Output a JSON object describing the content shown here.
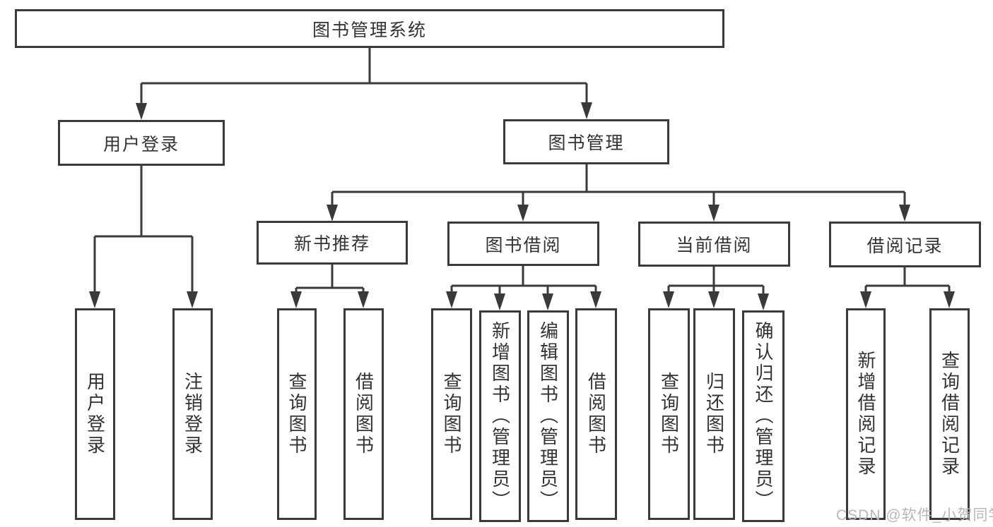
{
  "diagram": {
    "root": {
      "label": "图书管理系统"
    },
    "branches": [
      {
        "label": "用户登录",
        "children": [
          {
            "label": "用户登录"
          },
          {
            "label": "注销登录"
          }
        ]
      },
      {
        "label": "图书管理",
        "children": [
          {
            "label": "新书推荐",
            "children": [
              {
                "label": "查询图书"
              },
              {
                "label": "借阅图书"
              }
            ]
          },
          {
            "label": "图书借阅",
            "children": [
              {
                "label": "查询图书"
              },
              {
                "label": "新增图书（管理员）"
              },
              {
                "label": "编辑图书（管理员）"
              },
              {
                "label": "借阅图书"
              }
            ]
          },
          {
            "label": "当前借阅",
            "children": [
              {
                "label": "查询图书"
              },
              {
                "label": "归还图书"
              },
              {
                "label": "确认归还（管理员）"
              }
            ]
          },
          {
            "label": "借阅记录",
            "children": [
              {
                "label": "新增借阅记录"
              },
              {
                "label": "查询借阅记录"
              }
            ]
          }
        ]
      }
    ]
  },
  "watermark": {
    "text": "CSDN @软件_小贺同学"
  },
  "colors": {
    "line": "#3a3a3a",
    "text": "#333333",
    "background": "#ffffff",
    "watermark": "#b4b8be"
  }
}
